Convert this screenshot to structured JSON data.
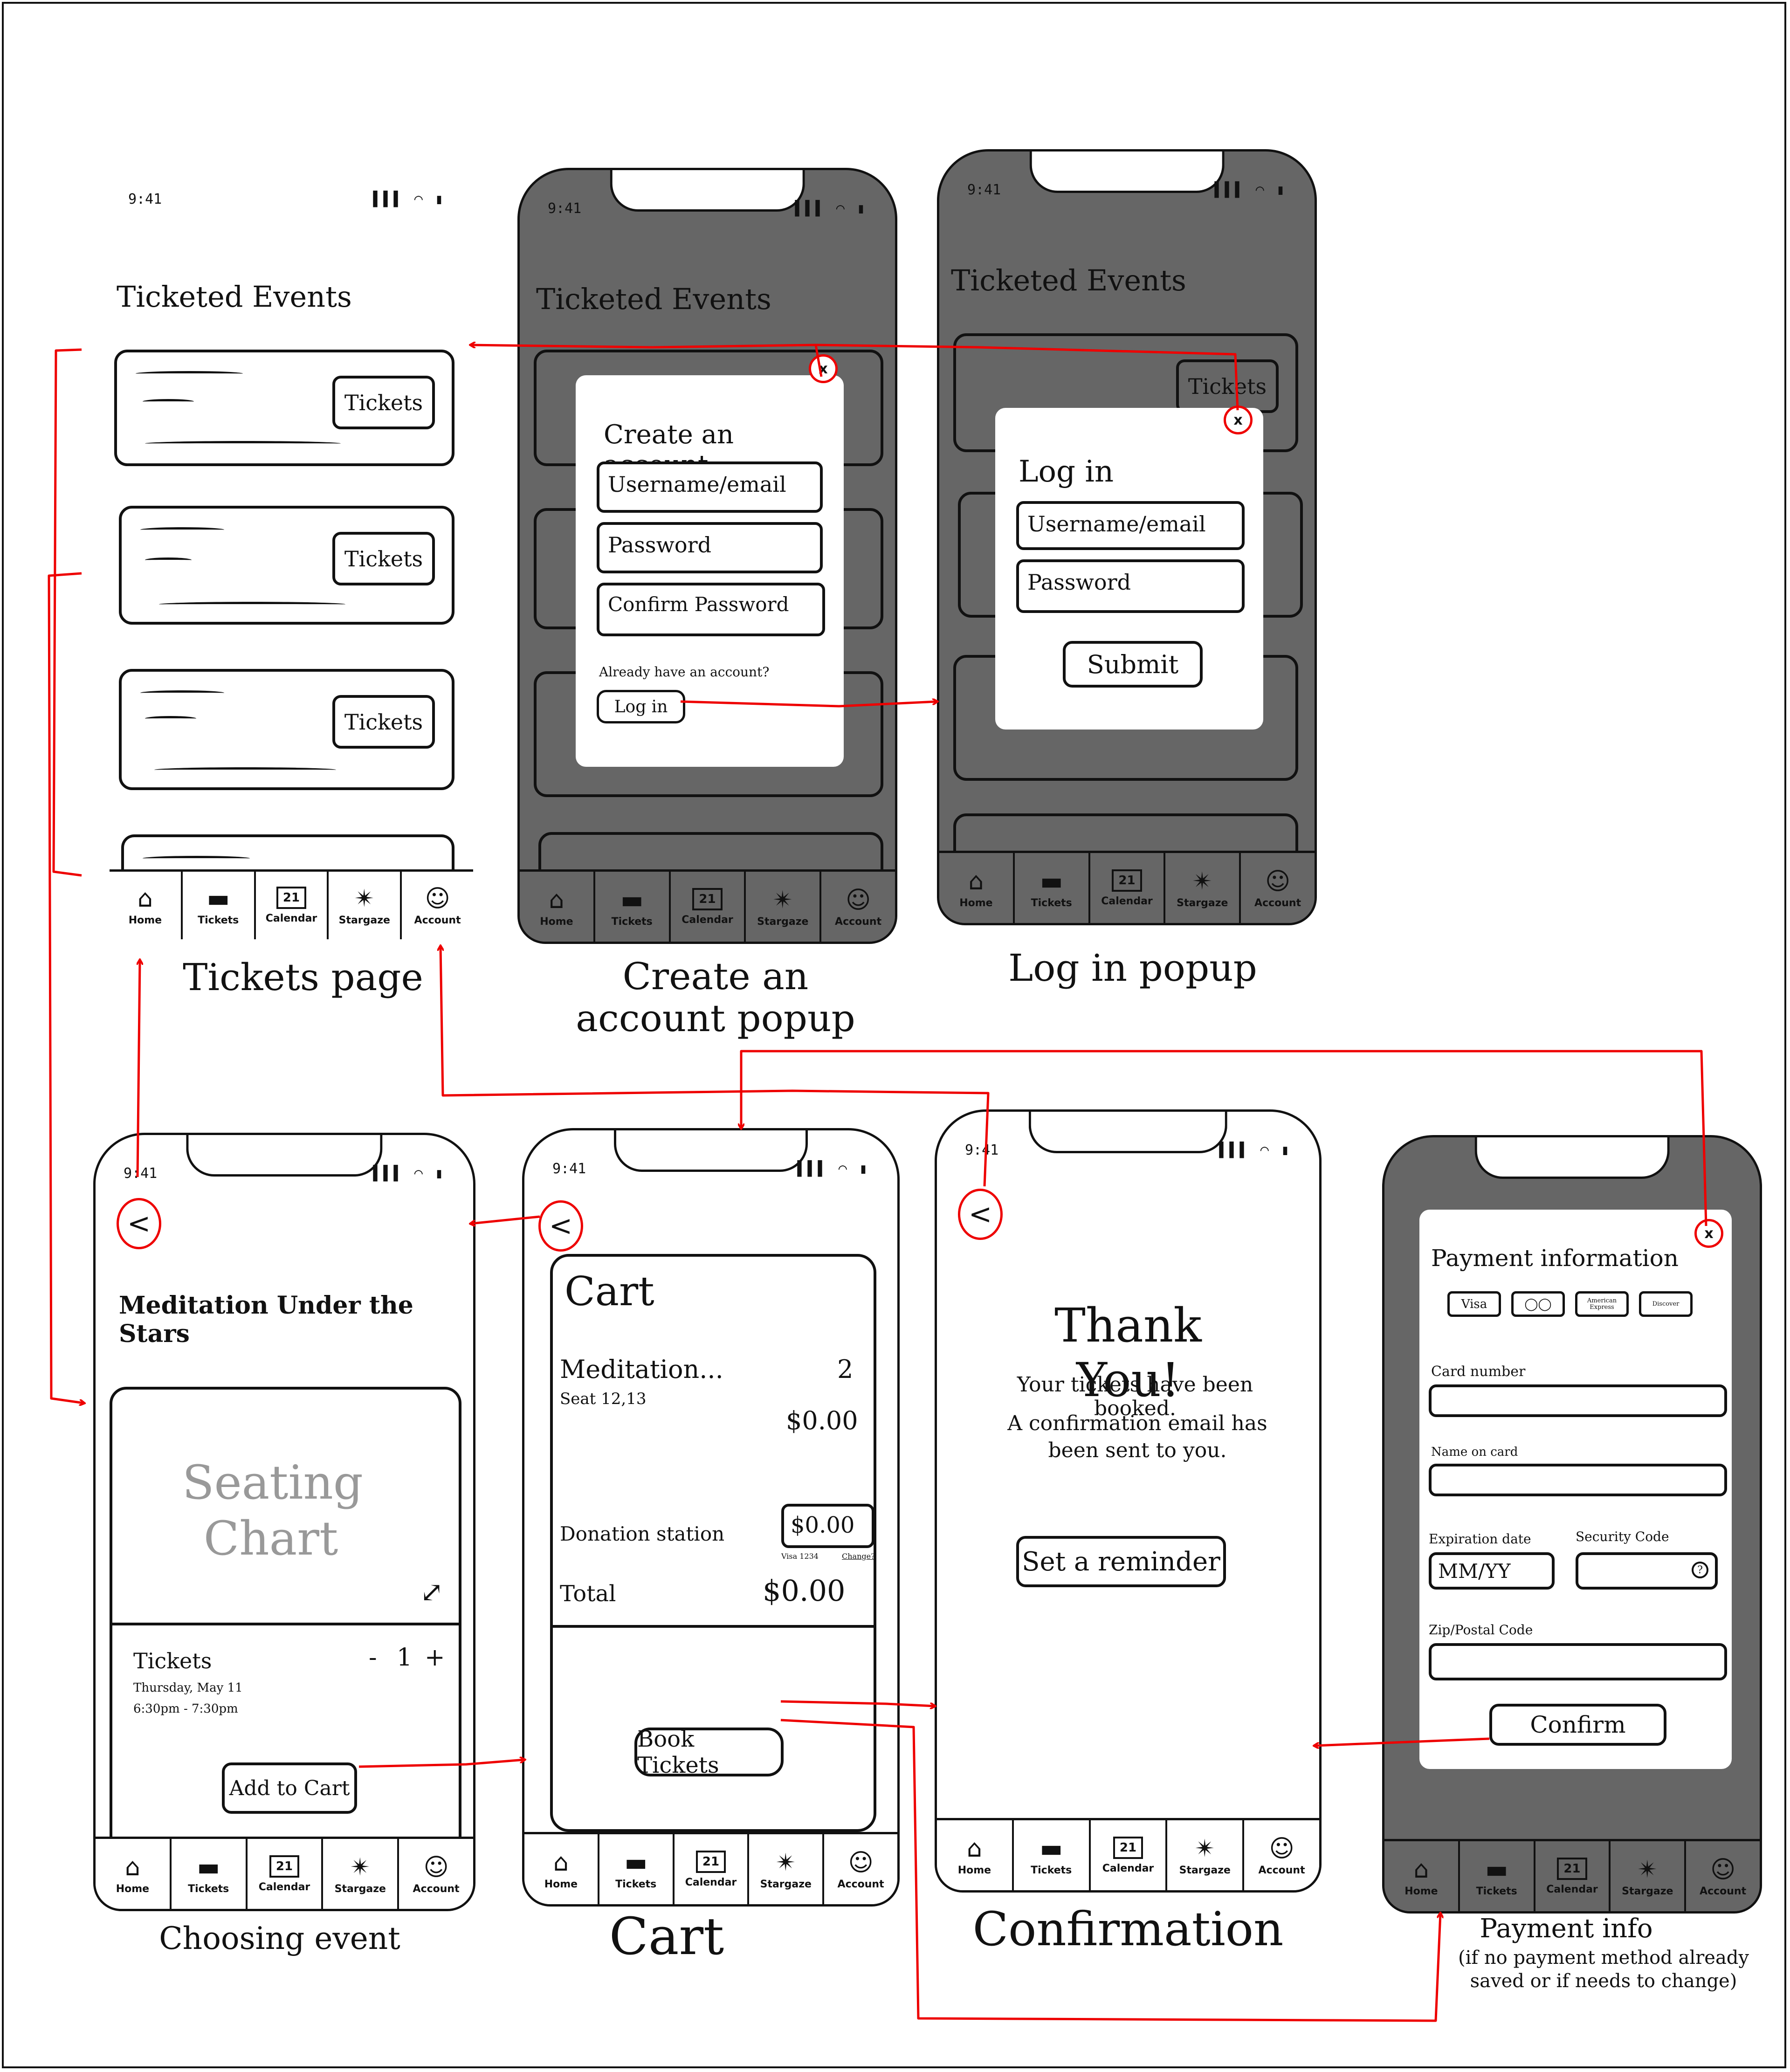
{
  "status": {
    "time": "9:41",
    "icons": "▌▌▌ ◠ ▮"
  },
  "tabs": [
    {
      "icon": "home-icon",
      "glyph": "⌂",
      "label": "Home"
    },
    {
      "icon": "ticket-icon",
      "glyph": "▬",
      "label": "Tickets"
    },
    {
      "icon": "calendar-icon",
      "glyph": "21",
      "label": "Calendar"
    },
    {
      "icon": "stargaze-icon",
      "glyph": "✴",
      "label": "Stargaze"
    },
    {
      "icon": "account-icon",
      "glyph": "☺",
      "label": "Account"
    }
  ],
  "tickets_page": {
    "title": "Ticketed Events",
    "ticket_button": "Tickets",
    "caption": "Tickets page"
  },
  "create_account": {
    "heading": "Create an account",
    "username_placeholder": "Username/email",
    "password_placeholder": "Password",
    "confirm_placeholder": "Confirm Password",
    "already": "Already have an account?",
    "login_button": "Log in",
    "close": "x",
    "caption": "Create an account popup"
  },
  "login": {
    "heading": "Log in",
    "username_placeholder": "Username/email",
    "password_placeholder": "Password",
    "submit": "Submit",
    "close": "x",
    "caption": "Log in popup"
  },
  "choosing_event": {
    "back": "<",
    "title": "Meditation Under the Stars",
    "seating_chart": "Seating Chart",
    "expand": "⤢",
    "tickets_label": "Tickets",
    "date": "Thursday, May 11",
    "time": "6:30pm - 7:30pm",
    "minus": "-",
    "quantity": "1",
    "plus": "+",
    "add_to_cart": "Add to Cart",
    "caption": "Choosing event"
  },
  "cart": {
    "back": "<",
    "heading": "Cart",
    "item_name": "Meditation...",
    "item_qty": "2",
    "seat": "Seat 12,13",
    "item_price": "$0.00",
    "donation_label": "Donation station",
    "donation_value": "$0.00",
    "donation_card": "Visa 1234",
    "donation_change": "Change?",
    "total_label": "Total",
    "total_value": "$0.00",
    "book_tickets": "Book Tickets",
    "caption": "Cart"
  },
  "confirmation": {
    "back": "<",
    "heading": "Thank You!",
    "line1": "Your tickets have been booked.",
    "line2": "A confirmation email has been sent to you.",
    "reminder": "Set a reminder",
    "caption": "Confirmation"
  },
  "payment": {
    "close": "x",
    "heading": "Payment information",
    "cards": [
      "Visa",
      "◯◯",
      "American Express",
      "Discover"
    ],
    "card_number": "Card number",
    "name_on_card": "Name on card",
    "expiration": "Expiration date",
    "exp_placeholder": "MM/YY",
    "security": "Security Code",
    "security_help": "?",
    "zip": "Zip/Postal Code",
    "confirm": "Confirm",
    "caption": "Payment info",
    "caption_note": "(if no payment method already saved or if needs to change)"
  }
}
